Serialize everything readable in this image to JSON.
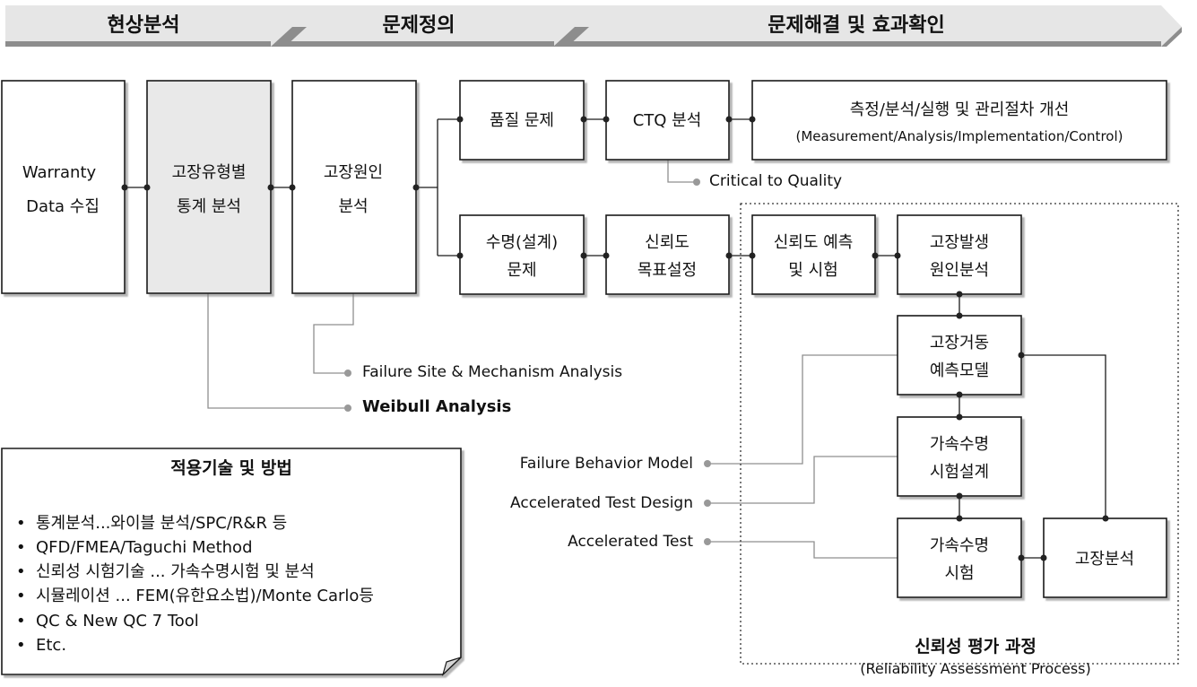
{
  "phases": [
    "현상분석",
    "문제정의",
    "문제해결 및 효과확인"
  ],
  "boxes": {
    "warranty": [
      "Warranty",
      "Data 수집"
    ],
    "stat_analysis": [
      "고장유형별",
      "통계 분석"
    ],
    "root_cause": [
      "고장원인",
      "분석"
    ],
    "quality_problem": [
      "품질 문제"
    ],
    "ctq": [
      "CTQ 분석"
    ],
    "improvement": [
      "측정/분석/실행 및 관리절차 개선",
      "(Measurement/Analysis/Implementation/Control)"
    ],
    "life_problem": [
      "수명(설계)",
      "문제"
    ],
    "rel_target": [
      "신뢰도",
      "목표설정"
    ],
    "rel_predict": [
      "신뢰도 예측",
      "및 시험"
    ],
    "failure_cause": [
      "고장발생",
      "원인분석"
    ],
    "failure_model": [
      "고장거동",
      "예측모델"
    ],
    "alt_design": [
      "가속수명",
      "시험설계"
    ],
    "alt_test": [
      "가속수명",
      "시험"
    ],
    "failure_analysis": [
      "고장분석"
    ]
  },
  "annotations": {
    "ctq": "Critical to Quality",
    "fsma": "Failure Site & Mechanism Analysis",
    "weibull": "Weibull Analysis",
    "fbm": "Failure Behavior Model",
    "atd": "Accelerated Test Design",
    "at": "Accelerated Test"
  },
  "reliability_region": {
    "title": "신뢰성 평가 과정",
    "subtitle": "(Reliability Assessment Process)"
  },
  "techniques": {
    "title": "적용기술 및 방법",
    "items": [
      "통계분석...와이블 분석/SPC/R&R 등",
      "QFD/FMEA/Taguchi Method",
      "신뢰성 시험기술 ... 가속수명시험 및 분석",
      "시뮬레이션 ... FEM(유한요소법)/Monte Carlo등",
      "QC & New QC 7 Tool",
      "Etc."
    ]
  }
}
